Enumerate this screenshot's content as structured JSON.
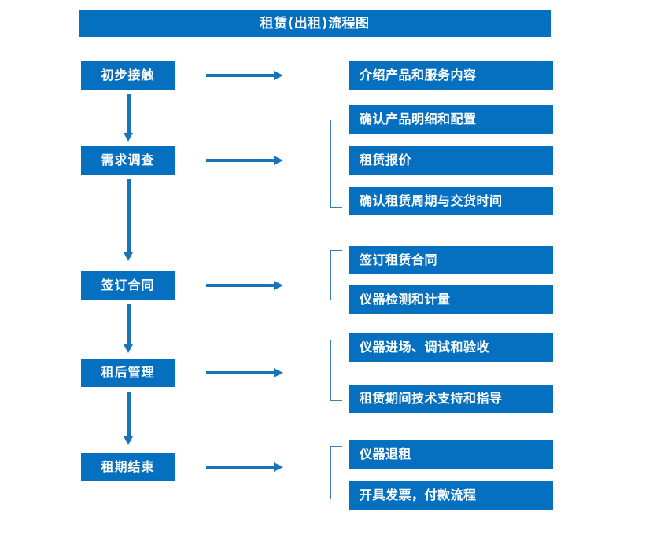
{
  "diagram": {
    "title": "租赁(出租)流程图",
    "accent_color": "#0670c0",
    "arrow_color": "#1874b8",
    "bracket_color": "#3b7cb5",
    "background_color": "#ffffff"
  },
  "stages": [
    {
      "label": "初步接触"
    },
    {
      "label": "需求调查"
    },
    {
      "label": "签订合同"
    },
    {
      "label": "租后管理"
    },
    {
      "label": "租期结束"
    }
  ],
  "details": [
    {
      "label": "介绍产品和服务内容"
    },
    {
      "label": "确认产品明细和配置"
    },
    {
      "label": "租赁报价"
    },
    {
      "label": "确认租赁周期与交货时间"
    },
    {
      "label": "签订租赁合同"
    },
    {
      "label": "仪器检测和计量"
    },
    {
      "label": "仪器进场、调试和验收"
    },
    {
      "label": "租赁期间技术支持和指导"
    },
    {
      "label": "仪器退租"
    },
    {
      "label": "开具发票，付款流程"
    }
  ]
}
